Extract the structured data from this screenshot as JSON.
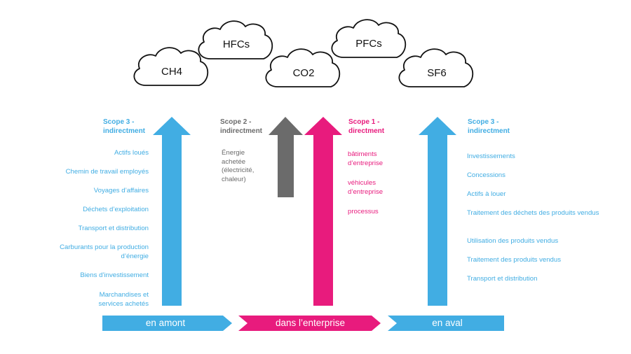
{
  "clouds": [
    {
      "label": "CH4"
    },
    {
      "label": "HFCs"
    },
    {
      "label": "CO2"
    },
    {
      "label": "PFCs"
    },
    {
      "label": "SF6"
    }
  ],
  "scope3_upstream": {
    "heading": "Scope 3 - indirectment",
    "items": [
      "Actifs loués",
      "Chemin de travail employés",
      "Voyages d’affaires",
      "Déchets d’exploitation",
      "Transport et distribution",
      "Carburants pour la production d’énergie",
      "Biens d’investissement",
      "Marchandises et services achetés"
    ]
  },
  "scope2": {
    "heading": "Scope 2 - indirectment",
    "items": [
      "Énergie achetée (électricité, chaleur)"
    ]
  },
  "scope1": {
    "heading": "Scope 1 - directment",
    "items": [
      "bâtiments d’entreprise",
      "véhicules d’entreprise",
      "processus"
    ]
  },
  "scope3_downstream": {
    "heading": "Scope 3 - indirectment",
    "items": [
      "Investissements",
      "Concessions",
      "Actifs à louer",
      "Traitement des déchets des produits vendus",
      "Utilisation des produits vendus",
      "Traitement des produits vendus",
      "Transport et distribution"
    ]
  },
  "bands": [
    {
      "label": "en amont"
    },
    {
      "label": "dans l’enterprise"
    },
    {
      "label": "en aval"
    }
  ],
  "colors": {
    "blue": "#41ade3",
    "grey": "#6b6b6b",
    "pink": "#e81b7d"
  }
}
